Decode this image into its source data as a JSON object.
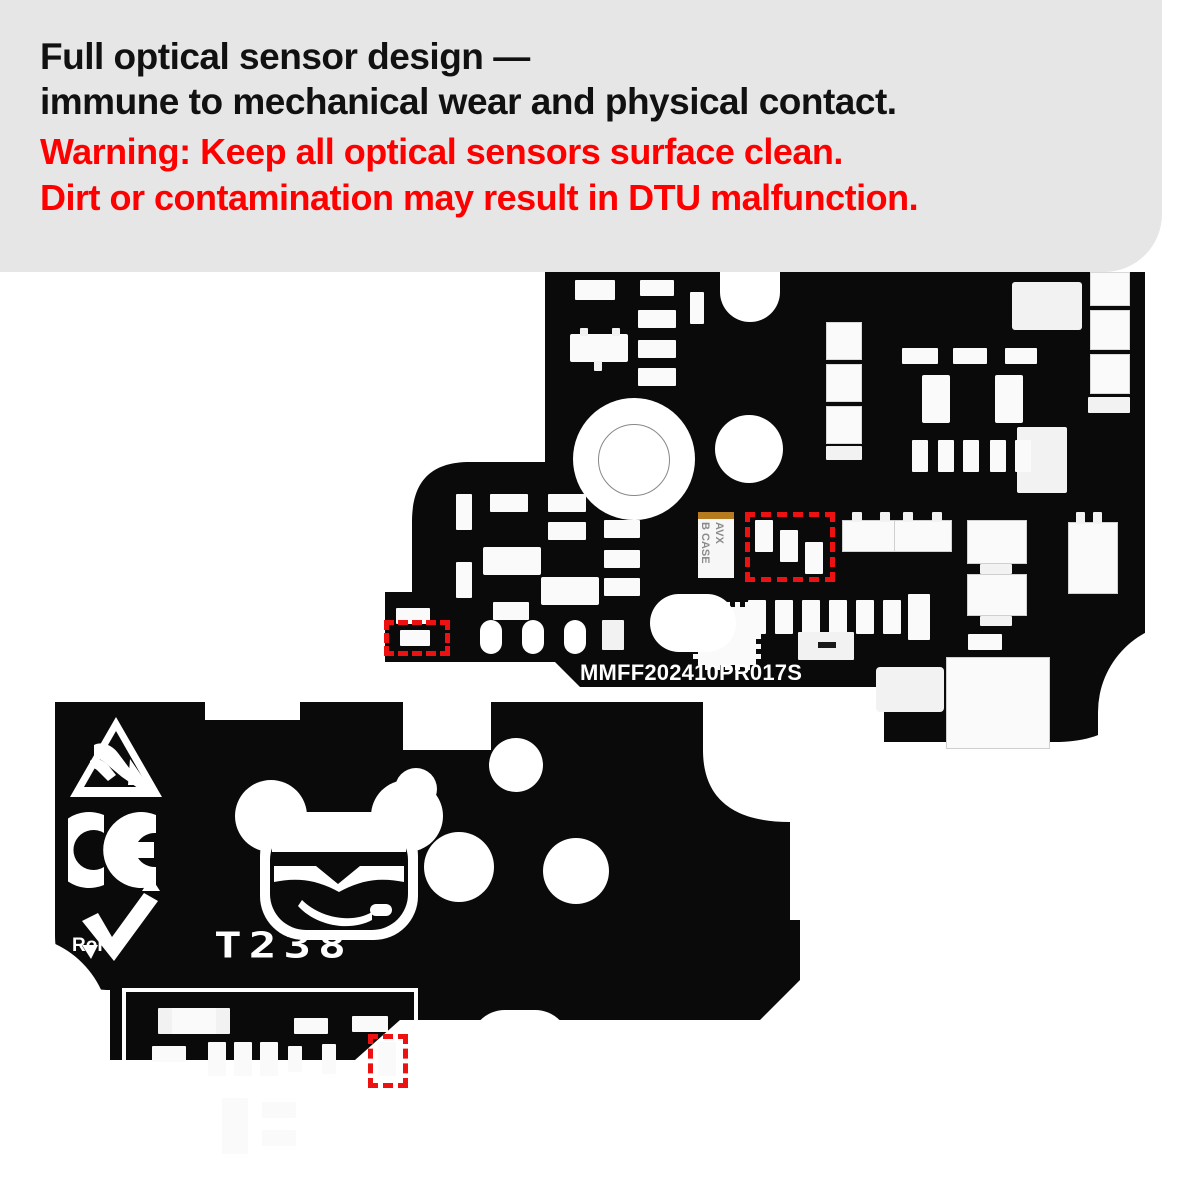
{
  "banner": {
    "line1": "Full optical sensor design —",
    "line2": "immune to mechanical wear and physical contact.",
    "line3": "Warning: Keep all optical sensors surface clean.",
    "line4": "Dirt or contamination may result in DTU malfunction.",
    "text_color": "#111111",
    "warning_color": "#ff0000",
    "background_color": "#e6e6e6"
  },
  "top_board": {
    "name": "dtu-mainboard-top-view",
    "silkscreen_label": "MMFF202410PR017S",
    "capacitor_marking_line1": "AVX",
    "capacitor_marking_line2": "B CASE",
    "pcb_color": "#0a0a0a",
    "pad_color": "#f2f2f2",
    "highlight_color": "#ee1111",
    "highlight_count": 2
  },
  "bottom_board": {
    "name": "dtu-mainboard-bottom-view",
    "brand_text": "T238",
    "rohs_label": "RoHS",
    "marks": [
      "esd-sensitive-symbol",
      "ce-mark",
      "rohs-mark"
    ],
    "pcb_color": "#0a0a0a",
    "highlight_color": "#ee1111",
    "outline_box_color": "#ffffff",
    "highlight_count": 1
  }
}
